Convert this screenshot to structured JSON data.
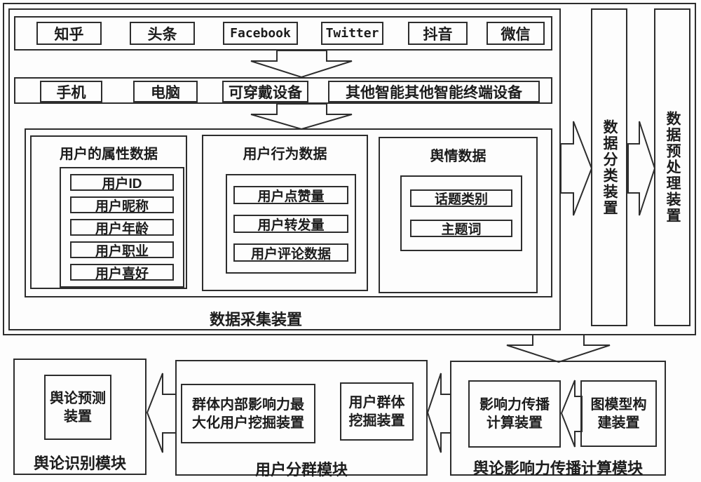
{
  "figure": {
    "line_color": "#2d2d2d",
    "background": "#fdfdfd"
  },
  "collection": {
    "label": "数据采集装置",
    "platforms": [
      "知乎",
      "头条",
      "Facebook",
      "Twitter",
      "抖音",
      "微信"
    ],
    "devices": [
      "手机",
      "电脑",
      "可穿戴设备",
      "其他智能其他智能终端设备"
    ],
    "categories": [
      {
        "title": "用户的属性数据",
        "items": [
          "用户ID",
          "用户昵称",
          "用户年龄",
          "用户职业",
          "用户喜好"
        ]
      },
      {
        "title": "用户行为数据",
        "items": [
          "用户点赞量",
          "用户转发量",
          "用户评论数据"
        ]
      },
      {
        "title": "舆情数据",
        "items": [
          "话题类别",
          "主题词"
        ]
      }
    ]
  },
  "pipeline": {
    "classify": "数据分类装置",
    "preprocess": "数据预处理装置"
  },
  "modules": [
    {
      "label": "舆论识别模块",
      "devices": [
        "舆论预测\n装置"
      ]
    },
    {
      "label": "用户分群模块",
      "devices": [
        "群体内部影响力最\n大化用户挖掘装置",
        "用户群体\n挖掘装置"
      ]
    },
    {
      "label": "舆论影响力传播计算模块",
      "devices": [
        "影响力传播\n计算装置",
        "图模型构\n建装置"
      ]
    }
  ]
}
